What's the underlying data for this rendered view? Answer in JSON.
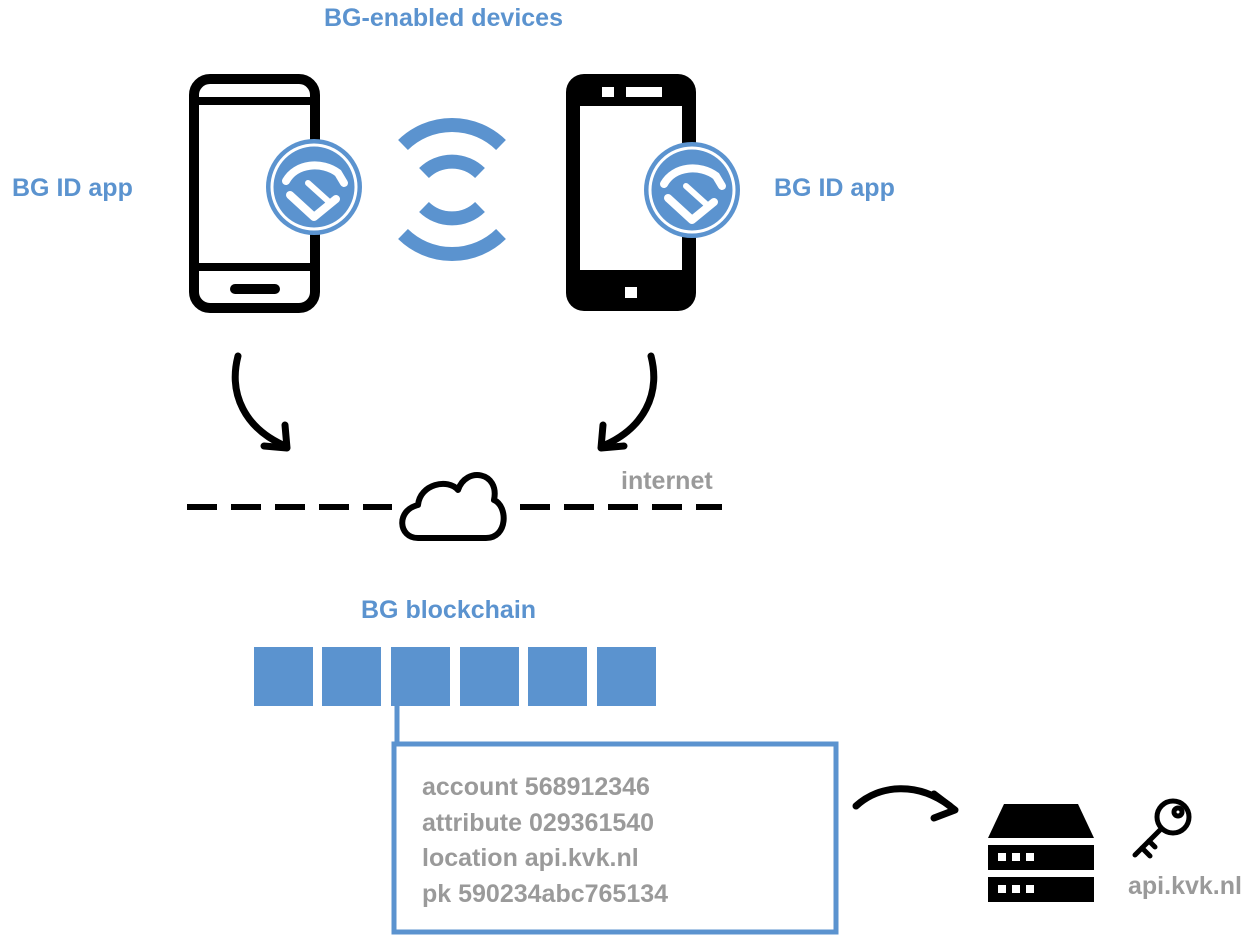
{
  "diagram": {
    "title": "BG-enabled devices",
    "left_app_label": "BG ID app",
    "right_app_label": "BG ID app",
    "network_label": "internet",
    "chain_label": "BG blockchain",
    "block_count": 6,
    "block_record": [
      "account 568912346",
      "attribute 029361540",
      "location api.kvk.nl",
      "pk 590234abc765134"
    ],
    "server_label": "api.kvk.nl"
  },
  "colors": {
    "accent_blue": "#5b93cf",
    "label_grey": "#9a9a9a",
    "ink": "#000000"
  },
  "icons": [
    "smartphone-outline-icon",
    "smartphone-solid-icon",
    "handshake-badge-icon",
    "wireless-signal-icon",
    "curved-arrow-icon",
    "cloud-icon",
    "server-icon",
    "key-icon"
  ]
}
